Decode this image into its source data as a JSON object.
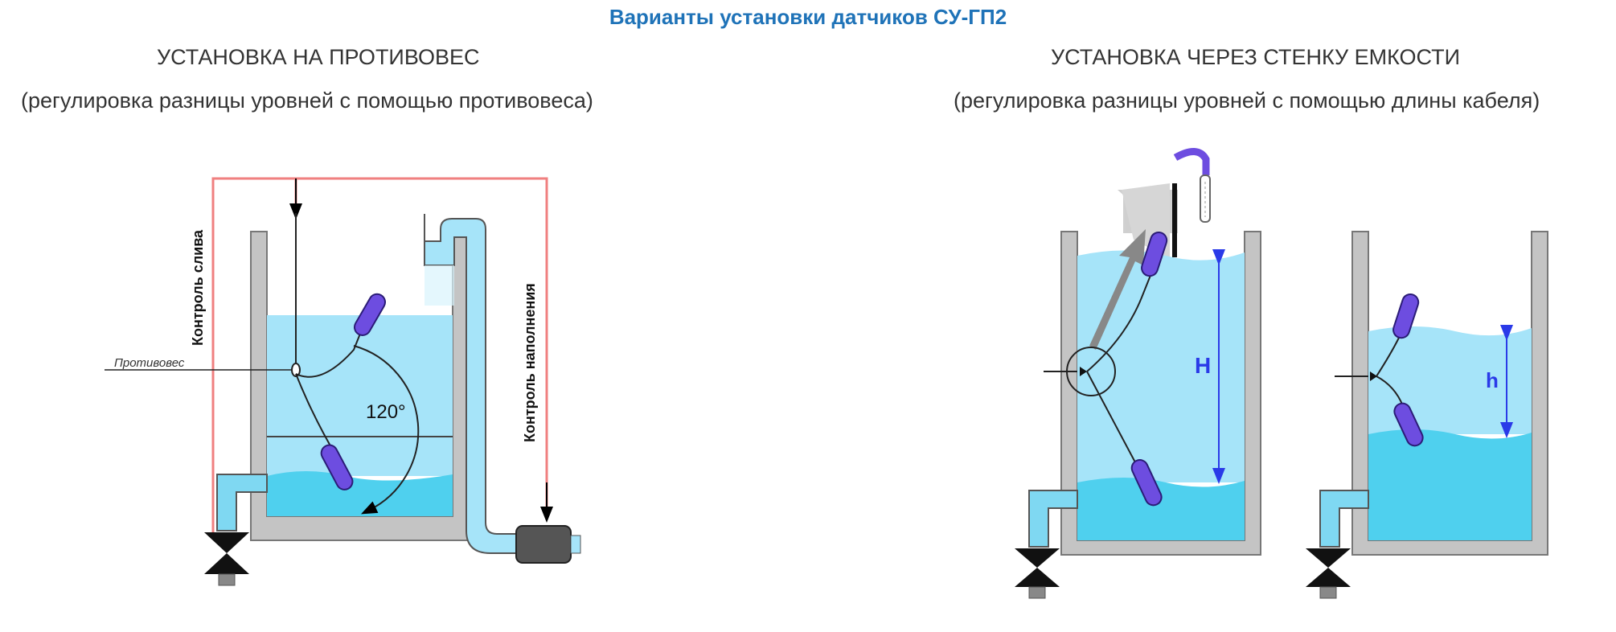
{
  "header": {
    "title": "Варианты установки датчиков СУ-ГП2"
  },
  "left_section": {
    "heading": "УСТАНОВКА НА ПРОТИВОВЕС",
    "subheading": "(регулировка разницы уровней с помощью противовеса)",
    "diagram": {
      "drain_control_label": "Контроль слива",
      "fill_control_label": "Контроль наполнения",
      "counterweight_label": "Противовес",
      "angle_label": "120°"
    }
  },
  "right_section": {
    "heading": "УСТАНОВКА ЧЕРЕЗ СТЕНКУ ЕМКОСТИ",
    "subheading": "(регулировка разницы уровней с помощью длины кабеля)",
    "diagram": {
      "large_difference_label": "H",
      "small_difference_label": "h"
    }
  },
  "colors": {
    "title": "#1f73b8",
    "water_light": "#a6e4f9",
    "water_dark": "#4fd0ee",
    "tank": "#c4c4c4",
    "sensor": "#6d4de0",
    "wire_red": "#f08080",
    "arrow_blue": "#2a3ae8"
  }
}
